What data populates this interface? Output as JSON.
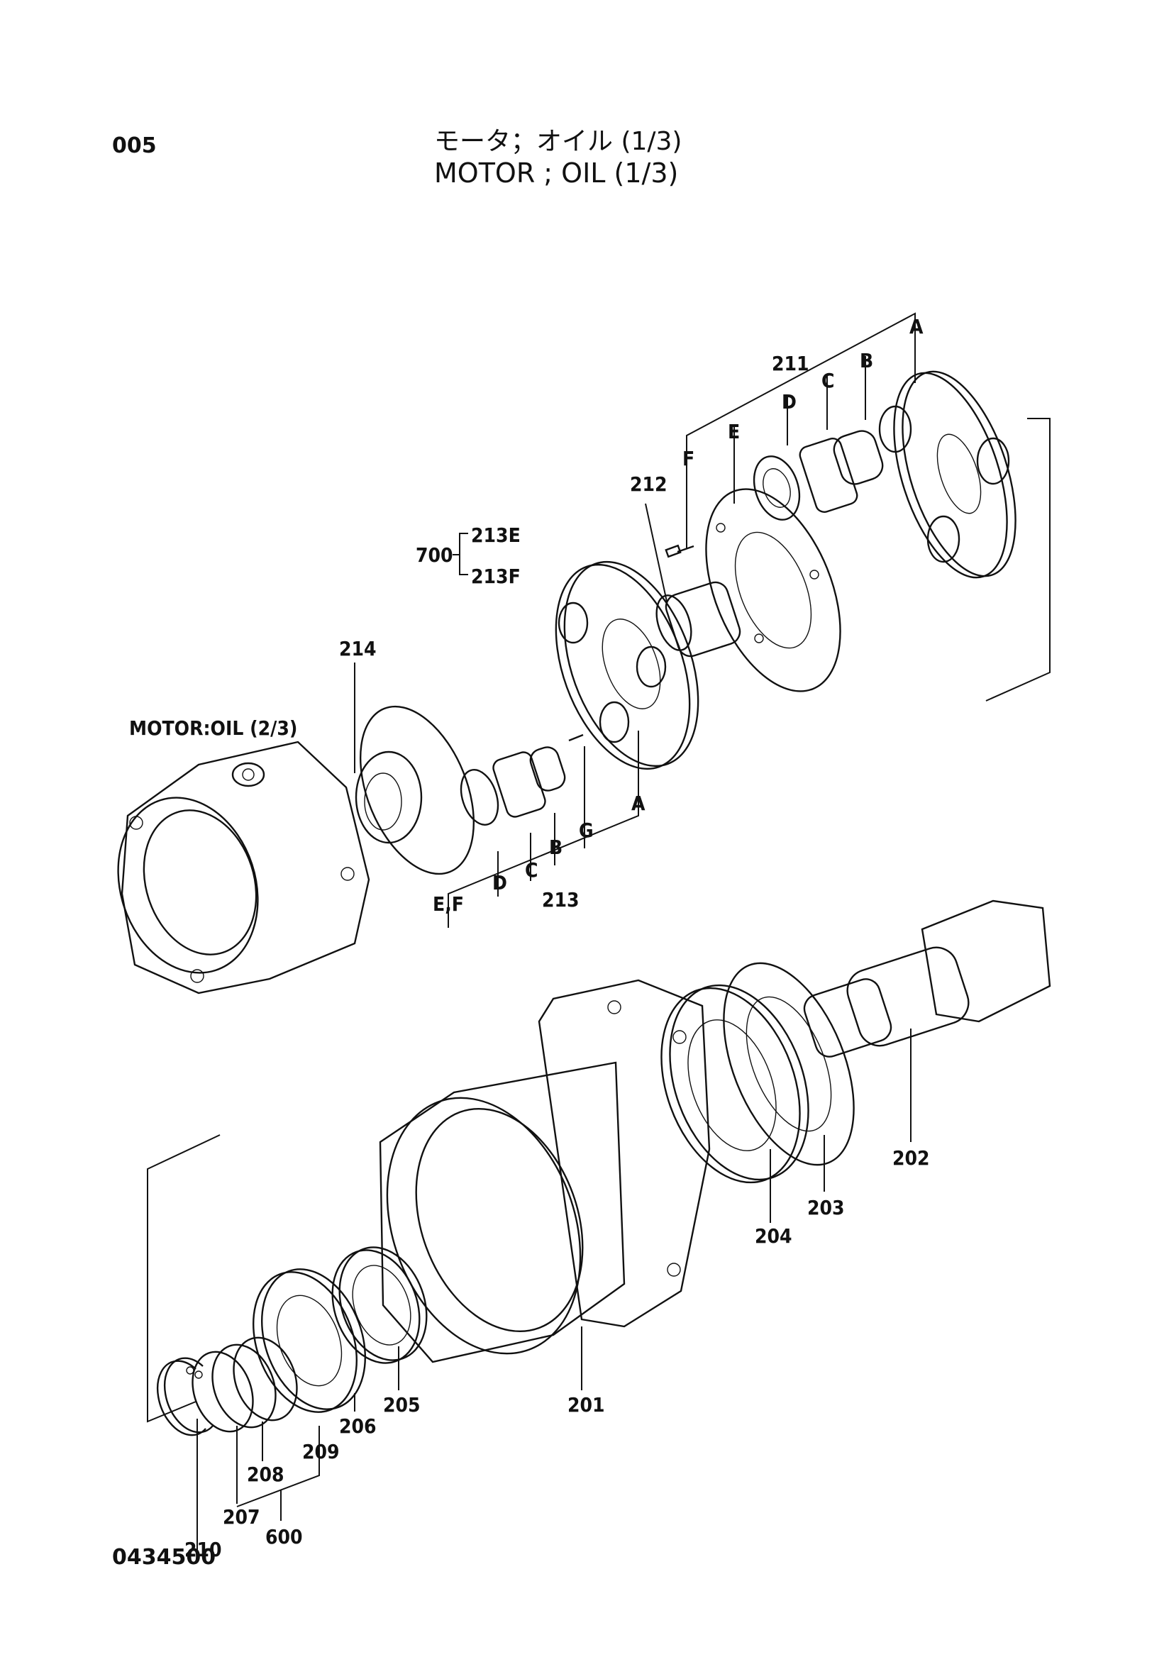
{
  "header": {
    "page_number": "005",
    "title_japanese": "モータ；オイル (1/3)",
    "title_english": "MOTOR ; OIL (1/3)"
  },
  "footer": {
    "drawing_number": "0434500"
  },
  "reference": {
    "label": "MOTOR:OIL (2/3)"
  },
  "callouts": {
    "p201": "201",
    "p202": "202",
    "p203": "203",
    "p204": "204",
    "p205": "205",
    "p206": "206",
    "p207": "207",
    "p208": "208",
    "p209": "209",
    "p210": "210",
    "p211": "211",
    "p212": "212",
    "p213": "213",
    "p214": "214",
    "p600": "600",
    "p700": "700",
    "p213E": "213E",
    "p213F": "213F",
    "a1": "A",
    "b1": "B",
    "c1": "C",
    "d1": "D",
    "e1": "E",
    "f1": "F",
    "a2": "A",
    "b2": "B",
    "c2": "C",
    "d2": "D",
    "ef2": "E,F",
    "g2": "G"
  }
}
